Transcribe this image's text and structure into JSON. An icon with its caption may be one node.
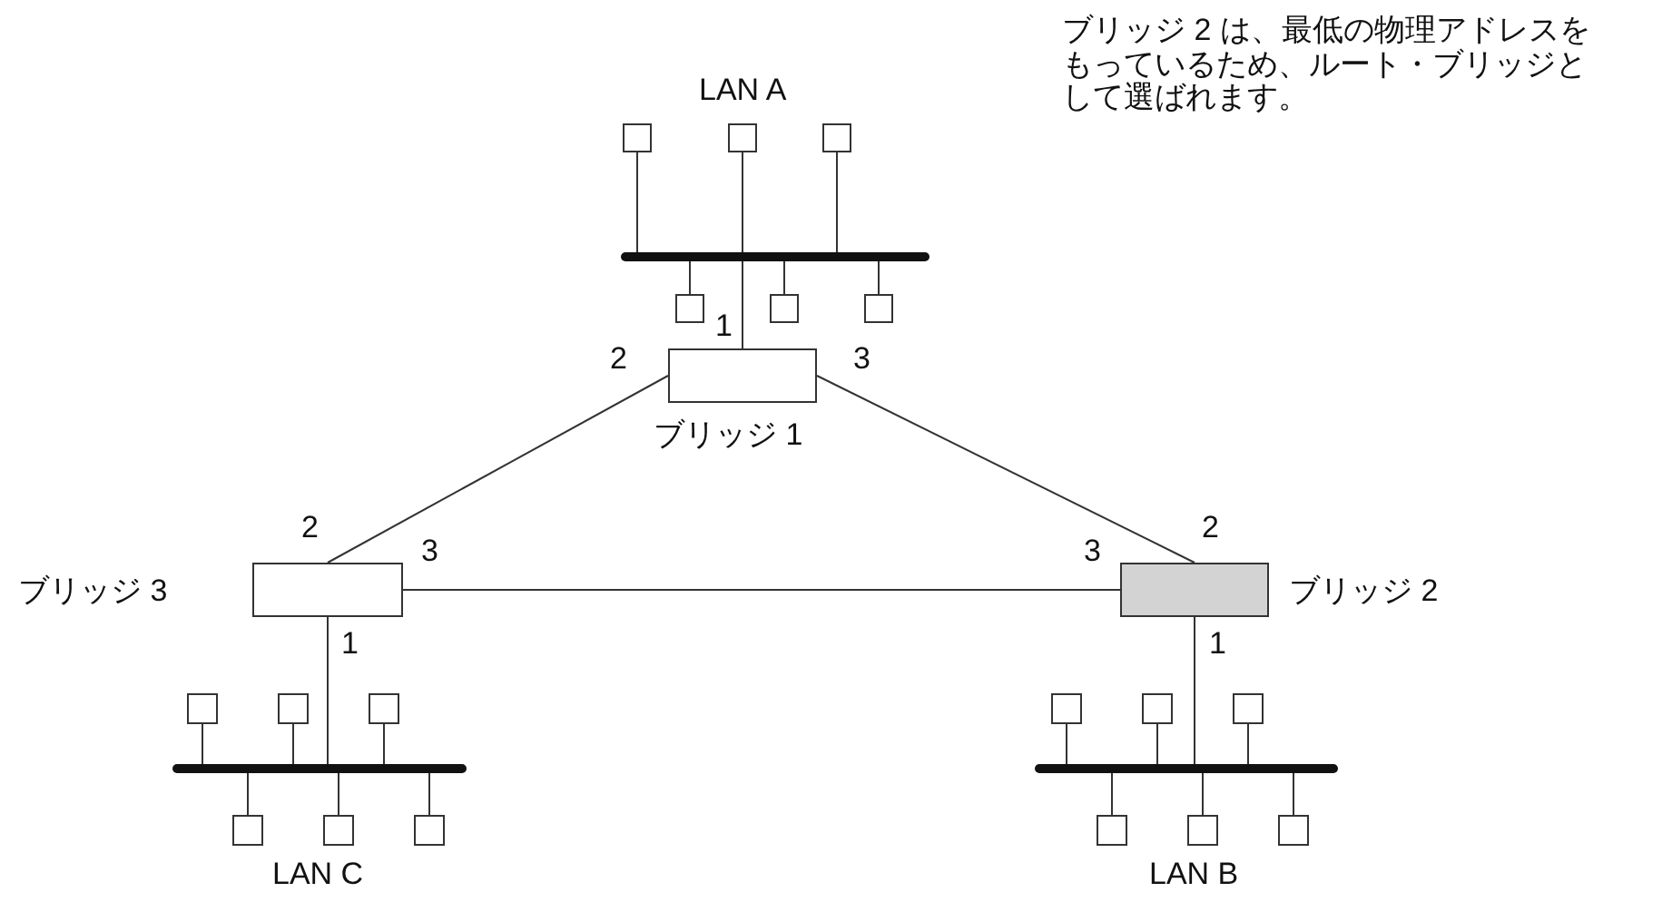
{
  "diagram": {
    "nodes": [
      {
        "text": [],
        "shape": "bar"
      },
      {
        "text": [],
        "shape": "box"
      },
      {
        "text": [],
        "shape": "box"
      },
      {
        "text": [],
        "shape": "box"
      },
      {
        "text": [],
        "shape": "box"
      },
      {
        "text": [],
        "shape": "box"
      },
      {
        "text": [],
        "shape": "box"
      },
      {
        "text": [],
        "shape": "box",
        "beside": [
          "ブリッジ 1"
        ]
      },
      {
        "text": [],
        "shape": "box",
        "beside": [
          "ブリッジ 3"
        ]
      },
      {
        "text": [],
        "shape": "box",
        "beside": [
          "ブリッジ 2"
        ]
      },
      {
        "text": [],
        "shape": "bar"
      },
      {
        "text": [],
        "shape": "box"
      },
      {
        "text": [],
        "shape": "box"
      },
      {
        "text": [],
        "shape": "box"
      },
      {
        "text": [],
        "shape": "box"
      },
      {
        "text": [],
        "shape": "box"
      },
      {
        "text": [],
        "shape": "box"
      },
      {
        "text": [],
        "shape": "bar"
      },
      {
        "text": [],
        "shape": "box"
      },
      {
        "text": [],
        "shape": "box"
      },
      {
        "text": [],
        "shape": "box"
      },
      {
        "text": [],
        "shape": "box"
      },
      {
        "text": [],
        "shape": "box"
      },
      {
        "text": [],
        "shape": "box"
      }
    ],
    "edges": [
      {
        "from": 1,
        "to": 0,
        "arrow": "none"
      },
      {
        "from": 2,
        "to": 0,
        "arrow": "none"
      },
      {
        "from": 3,
        "to": 0,
        "arrow": "none"
      },
      {
        "from": 0,
        "to": 4,
        "arrow": "none"
      },
      {
        "from": 0,
        "to": 5,
        "arrow": "none"
      },
      {
        "from": 0,
        "to": 6,
        "arrow": "none"
      },
      {
        "from": 0,
        "to": 7,
        "arrow": "none"
      },
      {
        "from": 7,
        "to": 8,
        "arrow": "none"
      },
      {
        "from": 7,
        "to": 9,
        "arrow": "none"
      },
      {
        "from": 8,
        "to": 9,
        "arrow": "none"
      },
      {
        "from": 8,
        "to": 10,
        "arrow": "none"
      },
      {
        "from": 9,
        "to": 17,
        "arrow": "none"
      },
      {
        "from": 11,
        "to": 10,
        "arrow": "none"
      },
      {
        "from": 12,
        "to": 10,
        "arrow": "none"
      },
      {
        "from": 13,
        "to": 10,
        "arrow": "none"
      },
      {
        "from": 10,
        "to": 14,
        "arrow": "none"
      },
      {
        "from": 10,
        "to": 15,
        "arrow": "none"
      },
      {
        "from": 10,
        "to": 16,
        "arrow": "none"
      },
      {
        "from": 18,
        "to": 17,
        "arrow": "none"
      },
      {
        "from": 19,
        "to": 17,
        "arrow": "none"
      },
      {
        "from": 20,
        "to": 17,
        "arrow": "none"
      },
      {
        "from": 17,
        "to": 21,
        "arrow": "none"
      },
      {
        "from": 17,
        "to": 22,
        "arrow": "none"
      },
      {
        "from": 17,
        "to": 23,
        "arrow": "none"
      }
    ],
    "labels": [
      "ブリッジ 2 は、最低の物理アドレスをもっているため、ルート・ブリッジとして選ばれます。",
      "LAN A",
      "1",
      "2",
      "3",
      "2",
      "2",
      "3",
      "3",
      "1",
      "1",
      "LAN C",
      "LAN B"
    ]
  }
}
